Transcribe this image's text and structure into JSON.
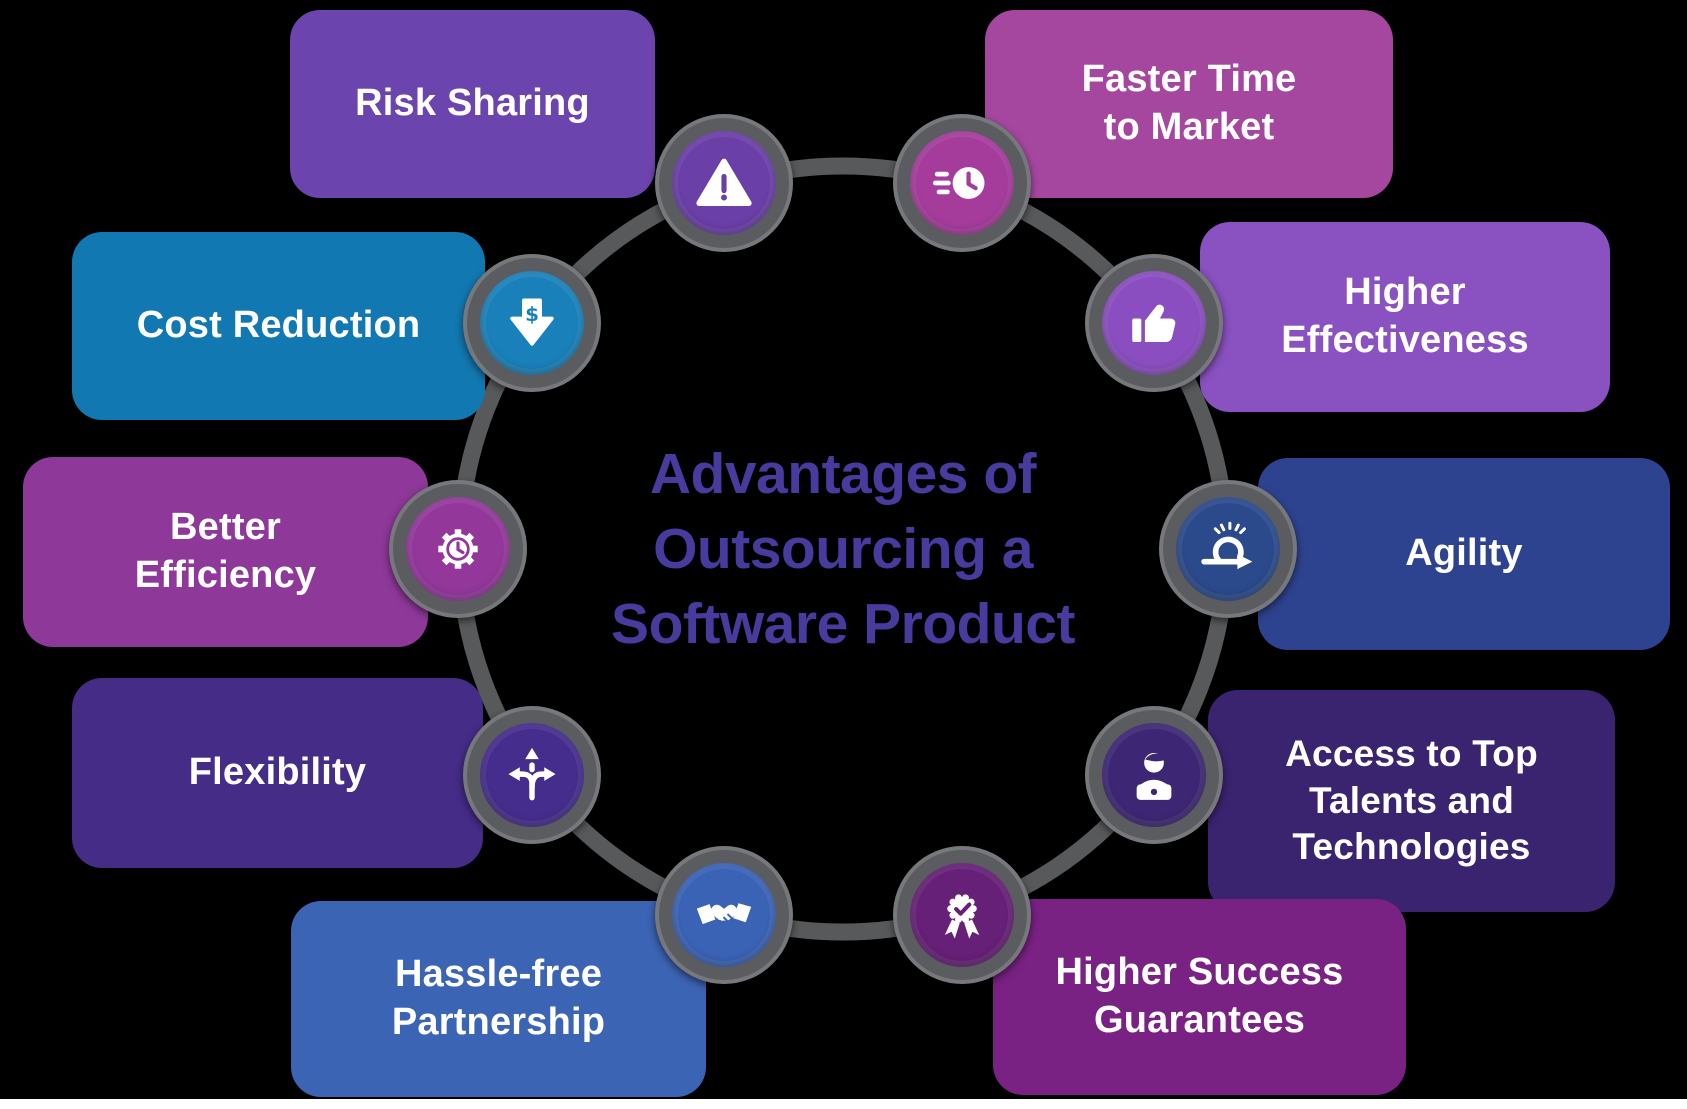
{
  "title": {
    "text": "Advantages of Outsourcing a Software Product",
    "lines": [
      "Advantages of",
      "Outsourcing a",
      "Software Product"
    ],
    "color": "#473B9E"
  },
  "colors": {
    "background": "#000000",
    "ring": "#58595B",
    "node_ring": "#5B5C5F",
    "node_ring_border": "#77787B",
    "label_text": "#FFFFFF",
    "bottom_strip": "#FFFFFF"
  },
  "items": [
    {
      "label": "Risk Sharing",
      "lines": [
        "Risk Sharing"
      ],
      "box_color": "#6B44AD",
      "circle_color": "#6A3FA8",
      "icon": "warning-icon"
    },
    {
      "label": "Faster Time to Market",
      "lines": [
        "Faster Time",
        "to Market"
      ],
      "box_color": "#A6479F",
      "circle_color": "#A53C9C",
      "icon": "fast-clock-icon"
    },
    {
      "label": "Cost Reduction",
      "lines": [
        "Cost Reduction"
      ],
      "box_color": "#1278B1",
      "circle_color": "#1A80BA",
      "icon": "cost-down-icon"
    },
    {
      "label": "Higher Effectiveness",
      "lines": [
        "Higher",
        "Effectiveness"
      ],
      "box_color": "#8A51C1",
      "circle_color": "#8A4EC0",
      "icon": "thumbs-up-icon"
    },
    {
      "label": "Better Efficiency",
      "lines": [
        "Better",
        "Efficiency"
      ],
      "box_color": "#8E3899",
      "circle_color": "#93379B",
      "icon": "gear-clock-icon"
    },
    {
      "label": "Agility",
      "lines": [
        "Agility"
      ],
      "box_color": "#2E4390",
      "circle_color": "#2B4A8B",
      "icon": "agile-sprint-icon"
    },
    {
      "label": "Flexibility",
      "lines": [
        "Flexibility"
      ],
      "box_color": "#452C87",
      "circle_color": "#452D8D",
      "icon": "route-arrows-icon"
    },
    {
      "label": "Access to Top Talents and Technologies",
      "lines": [
        "Access to Top",
        "Talents and",
        "Technologies"
      ],
      "box_color": "#3A2470",
      "circle_color": "#3D2775",
      "icon": "developer-icon"
    },
    {
      "label": "Hassle-free Partnership",
      "lines": [
        "Hassle-free",
        "Partnership"
      ],
      "box_color": "#3C64B4",
      "circle_color": "#3A62B5",
      "icon": "handshake-icon"
    },
    {
      "label": "Higher Success Guarantees",
      "lines": [
        "Higher Success",
        "Guarantees"
      ],
      "box_color": "#7A2184",
      "circle_color": "#662077",
      "icon": "award-badge-icon"
    }
  ]
}
